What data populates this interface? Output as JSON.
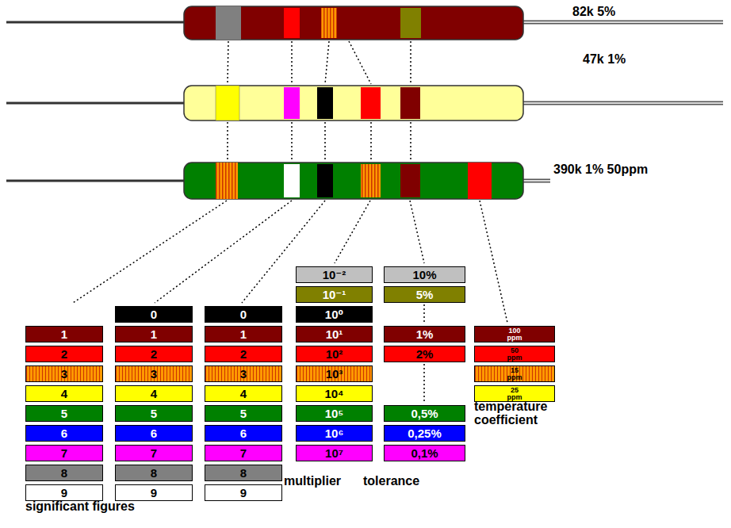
{
  "diagram": {
    "nodes": [
      {
        "text": [
          "1"
        ]
      },
      {
        "text": [
          "2"
        ]
      },
      {
        "text": [
          "3"
        ]
      },
      {
        "text": [
          "4"
        ]
      },
      {
        "text": [
          "5"
        ]
      },
      {
        "text": [
          "6"
        ]
      },
      {
        "text": [
          "7"
        ]
      },
      {
        "text": [
          "8"
        ]
      },
      {
        "text": [
          "9"
        ]
      },
      {
        "text": [
          "0"
        ]
      },
      {
        "text": [
          "1"
        ]
      },
      {
        "text": [
          "2"
        ]
      },
      {
        "text": [
          "3"
        ]
      },
      {
        "text": [
          "4"
        ]
      },
      {
        "text": [
          "5"
        ]
      },
      {
        "text": [
          "6"
        ]
      },
      {
        "text": [
          "7"
        ]
      },
      {
        "text": [
          "8"
        ]
      },
      {
        "text": [
          "9"
        ]
      },
      {
        "text": [
          "0"
        ]
      },
      {
        "text": [
          "1"
        ]
      },
      {
        "text": [
          "2"
        ]
      },
      {
        "text": [
          "3"
        ]
      },
      {
        "text": [
          "4"
        ]
      },
      {
        "text": [
          "5"
        ]
      },
      {
        "text": [
          "6"
        ]
      },
      {
        "text": [
          "7"
        ]
      },
      {
        "text": [
          "8"
        ]
      },
      {
        "text": [
          "9"
        ]
      },
      {
        "text": [
          "10⁻²"
        ]
      },
      {
        "text": [
          "10⁻¹"
        ]
      },
      {
        "text": [
          "10⁰"
        ]
      },
      {
        "text": [
          "10¹"
        ]
      },
      {
        "text": [
          "10²"
        ]
      },
      {
        "text": [
          "10³"
        ]
      },
      {
        "text": [
          "10⁴"
        ]
      },
      {
        "text": [
          "10⁵"
        ]
      },
      {
        "text": [
          "10⁶"
        ]
      },
      {
        "text": [
          "10⁷"
        ]
      },
      {
        "text": [
          "10%"
        ]
      },
      {
        "text": [
          "5%"
        ]
      },
      {
        "text": [
          "1%"
        ]
      },
      {
        "text": [
          "2%"
        ]
      },
      {
        "text": [
          "0,5%"
        ]
      },
      {
        "text": [
          "0,25%"
        ]
      },
      {
        "text": [
          "0,1%"
        ]
      },
      {
        "text": [
          "100 ppm"
        ]
      },
      {
        "text": [
          "50 ppm"
        ]
      },
      {
        "text": [
          "15 ppm"
        ]
      },
      {
        "text": [
          "25 ppm"
        ]
      }
    ],
    "labels": [
      "82k 5%",
      "47k 1%",
      "390k 1% 50ppm",
      "significant figures",
      "multiplier",
      "tolerance",
      "temperature coefficient"
    ]
  }
}
